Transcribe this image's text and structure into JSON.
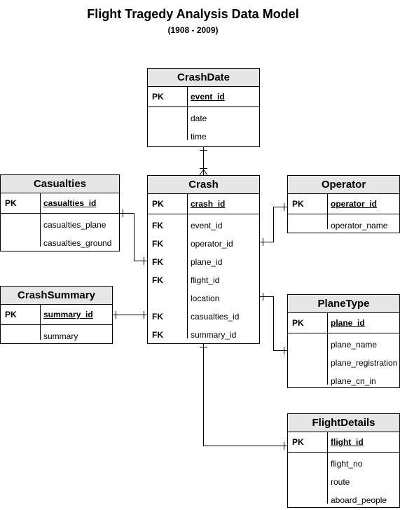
{
  "diagram": {
    "title": "Flight Tragedy Analysis Data Model",
    "subtitle": "(1908 - 2009)"
  },
  "entities": {
    "crashdate": {
      "name": "CrashDate",
      "pk_key": "PK",
      "pk": "event_id",
      "attrs": [
        "date",
        "time"
      ]
    },
    "casualties": {
      "name": "Casualties",
      "pk_key": "PK",
      "pk": "casualties_id",
      "attrs": [
        "casualties_plane",
        "casualties_ground"
      ]
    },
    "crash": {
      "name": "Crash",
      "pk_key": "PK",
      "pk": "crash_id",
      "rows": [
        {
          "key": "FK",
          "attr": "event_id"
        },
        {
          "key": "FK",
          "attr": "operator_id"
        },
        {
          "key": "FK",
          "attr": "plane_id"
        },
        {
          "key": "FK",
          "attr": "flight_id"
        },
        {
          "key": "",
          "attr": "location"
        },
        {
          "key": "FK",
          "attr": "casualties_id"
        },
        {
          "key": "FK",
          "attr": "summary_id"
        }
      ]
    },
    "operator": {
      "name": "Operator",
      "pk_key": "PK",
      "pk": "operator_id",
      "attrs": [
        "operator_name"
      ]
    },
    "crashsummary": {
      "name": "CrashSummary",
      "pk_key": "PK",
      "pk": "summary_id",
      "attrs": [
        "summary"
      ]
    },
    "planetype": {
      "name": "PlaneType",
      "pk_key": "PK",
      "pk": "plane_id",
      "attrs": [
        "plane_name",
        "plane_registration",
        "plane_cn_in"
      ]
    },
    "flightdetails": {
      "name": "FlightDetails",
      "pk_key": "PK",
      "pk": "flight_id",
      "attrs": [
        "flight_no",
        "route",
        "aboard_people"
      ]
    }
  },
  "relationships": [
    {
      "from": "CrashDate",
      "to": "Crash",
      "from_end": "one",
      "to_end": "many"
    },
    {
      "from": "Casualties",
      "to": "Crash",
      "from_end": "one",
      "to_end": "one"
    },
    {
      "from": "Operator",
      "to": "Crash",
      "from_end": "one",
      "to_end": "one"
    },
    {
      "from": "CrashSummary",
      "to": "Crash",
      "from_end": "one",
      "to_end": "one"
    },
    {
      "from": "PlaneType",
      "to": "Crash",
      "from_end": "one",
      "to_end": "one"
    },
    {
      "from": "FlightDetails",
      "to": "Crash",
      "from_end": "one",
      "to_end": "one"
    }
  ],
  "colors": {
    "header_fill": "#e6e6e6",
    "border": "#000000",
    "background": "#ffffff"
  }
}
